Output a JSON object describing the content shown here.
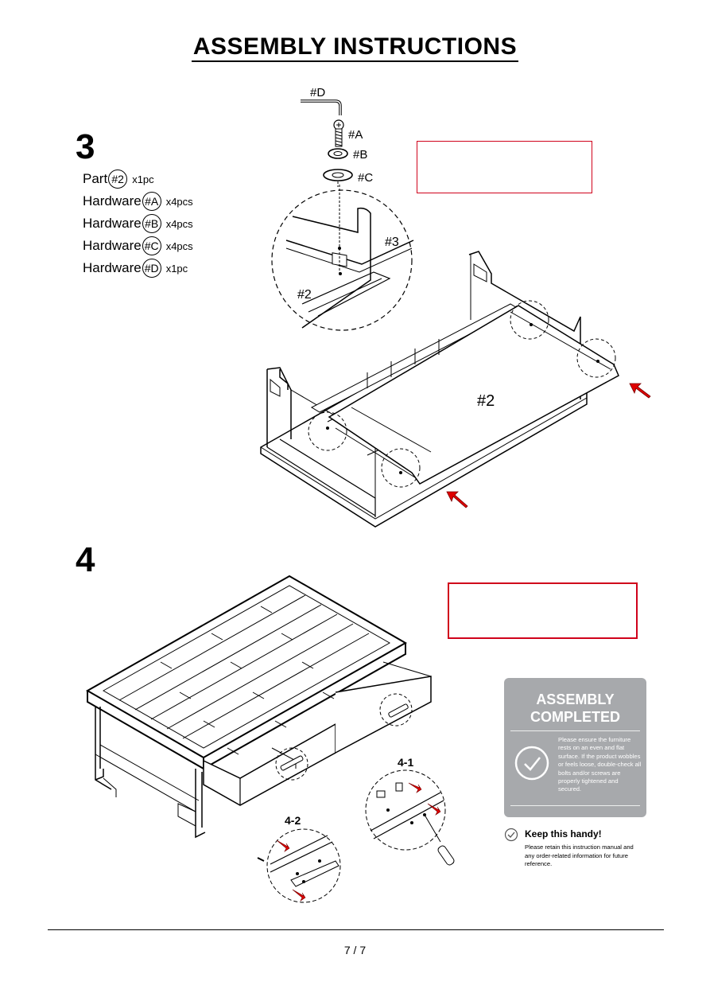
{
  "title": "ASSEMBLY  INSTRUCTIONS",
  "step3": {
    "number": "3",
    "parts": [
      {
        "label": "Part",
        "id": "#2",
        "qty": "x1pc"
      },
      {
        "label": "Hardware",
        "id": "#A",
        "qty": "x4pcs"
      },
      {
        "label": "Hardware",
        "id": "#B",
        "qty": "x4pcs"
      },
      {
        "label": "Hardware",
        "id": "#C",
        "qty": "x4pcs"
      },
      {
        "label": "Hardware",
        "id": "#D",
        "qty": "x1pc"
      }
    ],
    "callouts": {
      "d": "#D",
      "a": "#A",
      "b": "#B",
      "c": "#C",
      "p3": "#3",
      "p2_detail": "#2",
      "p2_main": "#2"
    }
  },
  "step4": {
    "number": "4",
    "sub1": "4-1",
    "sub2": "4-2"
  },
  "completed_card": {
    "heading_line1": "ASSEMBLY",
    "heading_line2": "COMPLETED",
    "check_icon": "check-circle-icon",
    "note": "Please ensure the furniture rests on an even and flat surface. If the product wobbles or feels loose, double-check all bolts and/or screws are properly tightened and secured."
  },
  "keep_handy": {
    "icon": "check-small-icon",
    "title": "Keep this handy!",
    "body": "Please retain this instruction manual and any order-related information for future reference."
  },
  "page_number": "7 / 7",
  "colors": {
    "accent_red": "#d0021b",
    "card_gray": "#a7a9ac"
  }
}
